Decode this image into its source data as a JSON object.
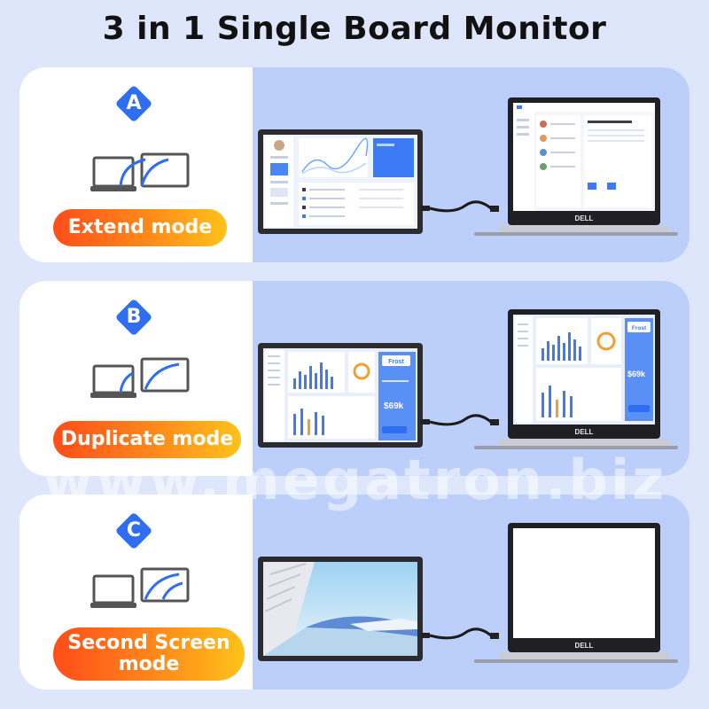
{
  "title": "3 in 1 Single Board Monitor",
  "modes": [
    {
      "letter": "A",
      "label": "Extend mode",
      "label_line2": ""
    },
    {
      "letter": "B",
      "label": "Duplicate mode",
      "label_line2": ""
    },
    {
      "letter": "C",
      "label": "Second Screen",
      "label_line2": "mode"
    }
  ],
  "laptop_brand": "DELL",
  "screen_brand": "Frost",
  "dashboard_value": "$69k",
  "watermark": "www.megatron.biz",
  "colors": {
    "accent": "#2f6ef0",
    "pill_start": "#ff4d1a",
    "pill_end": "#ffc21a",
    "panel_right": "#bccffb"
  }
}
